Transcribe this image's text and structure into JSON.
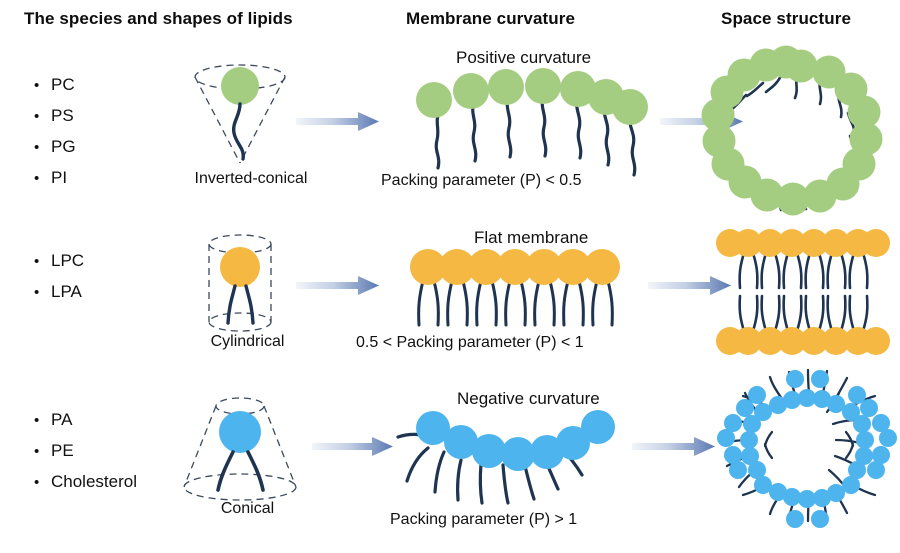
{
  "headers": {
    "species": "The species and shapes of lipids",
    "curvature": "Membrane curvature",
    "space": "Space structure"
  },
  "bullet_char": "•",
  "colors": {
    "green_head": "#a5cd82",
    "orange_head": "#f5b843",
    "blue_head": "#4db4ee",
    "tail": "#1f3450",
    "arrow_dark": "#5a79b2",
    "arrow_light": "#eef2f8",
    "dashed_outline": "#3c4a5e",
    "text": "#111111"
  },
  "rows": [
    {
      "id": "inverted-conical",
      "lipids": [
        "PC",
        "PS",
        "PG",
        "PI"
      ],
      "shape_label": "Inverted-conical",
      "curvature_label": "Positive curvature",
      "packing_label": "Packing parameter (P) < 0.5",
      "structure_name": "micelle",
      "head_color": "#a5cd82",
      "head_count_monolayer": 7,
      "head_count_structure": 18
    },
    {
      "id": "cylindrical",
      "lipids": [
        "LPC",
        "LPA"
      ],
      "shape_label": "Cylindrical",
      "curvature_label": "Flat membrane",
      "packing_label": "0.5 < Packing parameter (P) < 1",
      "structure_name": "lipid-bilayer",
      "head_color": "#f5b843",
      "head_count_monolayer": 7,
      "head_count_structure": 16
    },
    {
      "id": "conical",
      "lipids": [
        "PA",
        "PE",
        "Cholesterol"
      ],
      "shape_label": "Conical",
      "curvature_label": "Negative curvature",
      "packing_label": "Packing parameter (P) > 1",
      "structure_name": "inverted-hexagonal-phase",
      "head_color": "#4db4ee",
      "head_count_monolayer": 7,
      "head_count_structure": 40
    }
  ]
}
